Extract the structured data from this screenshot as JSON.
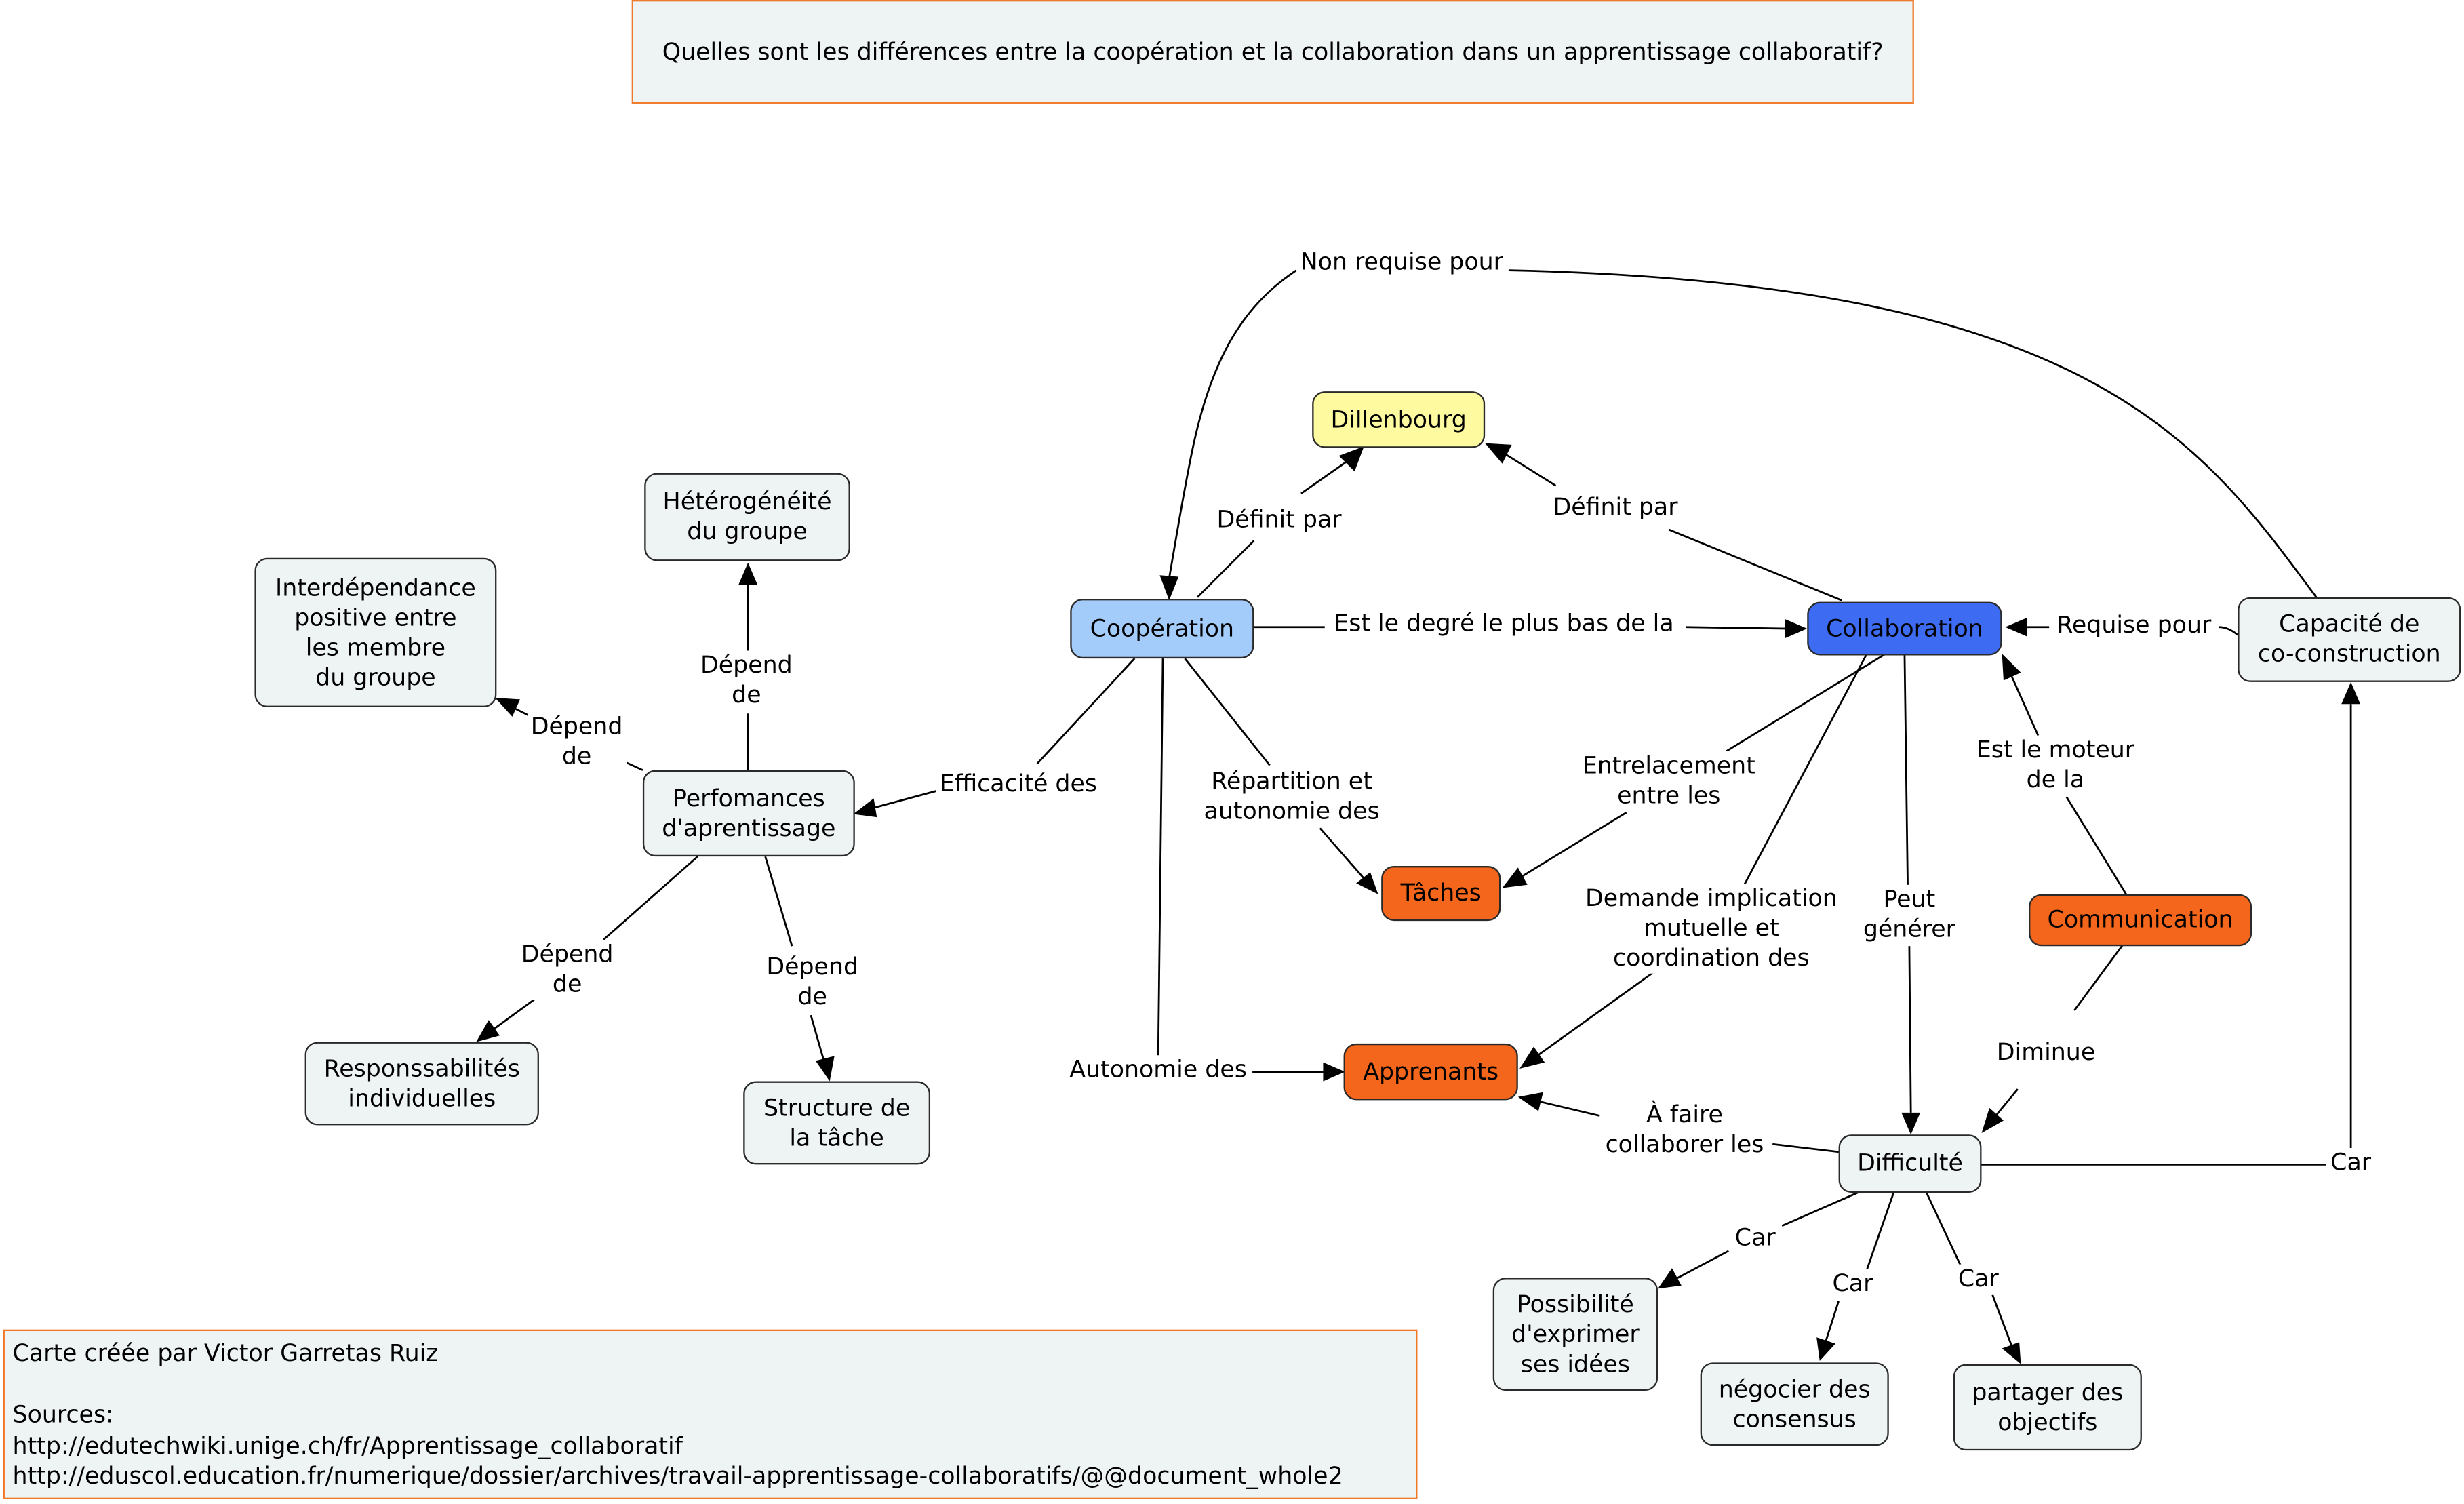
{
  "question": "Quelles sont les différences entre la coopération et la collaboration dans un apprentissage collaboratif?",
  "nodes": {
    "cooperation": "Coopération",
    "collaboration": "Collaboration",
    "dillenbourg": "Dillenbourg",
    "capacite": "Capacité de\nco-construction",
    "taches": "Tâches",
    "apprenants": "Apprenants",
    "communication": "Communication",
    "difficulte": "Difficulté",
    "performances": "Perfomances\nd'aprentissage",
    "heterogeneite": "Hétérogénéité\ndu groupe",
    "interdependance": "Interdépendance\npositive entre\nles membre\ndu groupe",
    "responsabilites": "Responssabilités\nindividuelles",
    "structure": "Structure de\nla tâche",
    "possibilite": "Possibilité\nd'exprimer\nses idées",
    "negocier": "négocier des\nconsensus",
    "partager": "partager des\nobjectifs"
  },
  "links": {
    "non_requise": "Non requise pour",
    "definit_par_1": "Définit par",
    "definit_par_2": "Définit par",
    "degre": "Est le degré le plus bas de la",
    "requise": "Requise pour",
    "moteur": "Est le moteur\nde la",
    "entrelacement": "Entrelacement\nentre les",
    "repartition": "Répartition et\nautonomie des",
    "efficacite": "Efficacité des",
    "autonomie": "Autonomie des",
    "demande": "Demande implication\nmutuelle et\ncoordination des",
    "peut_generer": "Peut\ngénérer",
    "diminue": "Diminue",
    "a_faire": "À faire\ncollaborer les",
    "car_right": "Car",
    "car_1": "Car",
    "car_2": "Car",
    "car_3": "Car",
    "depend_1": "Dépend\nde",
    "depend_2": "Dépend\nde",
    "depend_3": "Dépend\nde",
    "depend_4": "Dépend\nde"
  },
  "credits": {
    "author": "Carte créée par Victor Garretas Ruiz",
    "sources_label": "Sources:",
    "source_1": "http://edutechwiki.unige.ch/fr/Apprentissage_collaboratif",
    "source_2": "http://eduscol.education.fr/numerique/dossier/archives/travail-apprentissage-collaboratifs/@@document_whole2"
  },
  "colors": {
    "cooperation": "#a4ccfa",
    "collaboration": "#3d6cf2",
    "dillenbourg": "#fdfaa0",
    "orange_nodes": "#f4661b",
    "default_node": "#eef3f4",
    "frame_border": "#f07a2a"
  }
}
